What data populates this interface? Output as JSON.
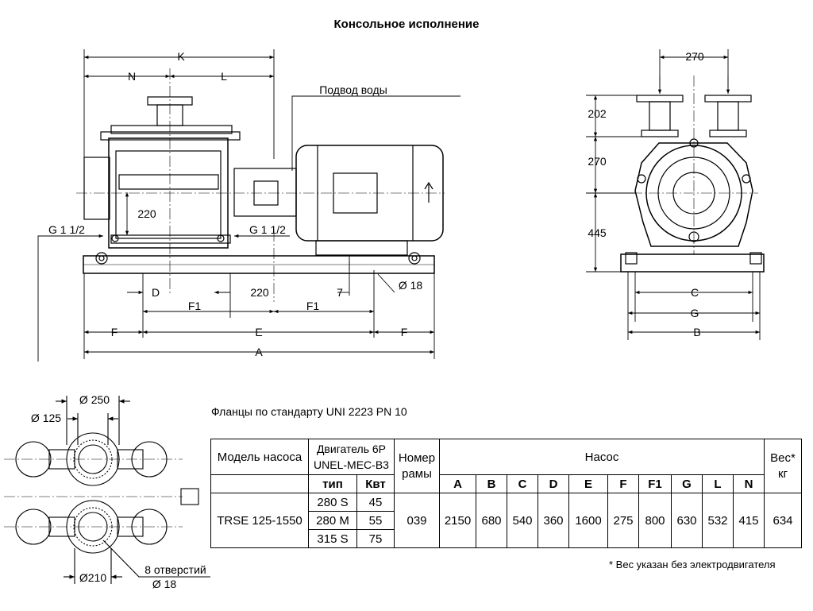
{
  "title": "Консольное исполнение",
  "drawing_labels": {
    "K": "K",
    "N": "N",
    "L": "L",
    "water_supply": "Подвод воды",
    "g_left": "G 1 1/2",
    "g_right": "G 1 1/2",
    "dim_220_vert": "220",
    "D": "D",
    "dim_220_horiz": "220",
    "dim_7": "7",
    "d18": "Ø 18",
    "F1_left": "F1",
    "F1_right": "F1",
    "F_left": "F",
    "E": "E",
    "F_right": "F",
    "A": "A",
    "side_270_top": "270",
    "side_202": "202",
    "side_270": "270",
    "side_445": "445",
    "C": "C",
    "G": "G",
    "B": "B",
    "d250": "Ø 250",
    "d125": "Ø 125",
    "d210": "Ø210",
    "holes": "8 отверстий",
    "holes_d": "Ø 18"
  },
  "flange_note": "Фланцы по стандарту UNI 2223 PN 10",
  "table": {
    "model_header": "Модель насоса",
    "motor_header_1": "Двигатель 6P",
    "motor_header_2": "UNEL-MEC-B3",
    "type_header": "тип",
    "kw_header": "Квт",
    "frame_header_1": "Номер",
    "frame_header_2": "рамы",
    "pump_header": "Насос",
    "weight_header_1": "Вес*",
    "weight_header_2": "кг",
    "dim_headers": [
      "A",
      "B",
      "C",
      "D",
      "E",
      "F",
      "F1",
      "G",
      "L",
      "N"
    ],
    "model": "TRSE 125-1550",
    "motors": [
      {
        "type": "280 S",
        "kw": "45"
      },
      {
        "type": "280 M",
        "kw": "55"
      },
      {
        "type": "315 S",
        "kw": "75"
      }
    ],
    "frame": "039",
    "dims": [
      "2150",
      "680",
      "540",
      "360",
      "1600",
      "275",
      "800",
      "630",
      "532",
      "415"
    ],
    "weight": "634"
  },
  "footnote": "* Вес указан без электродвигателя"
}
